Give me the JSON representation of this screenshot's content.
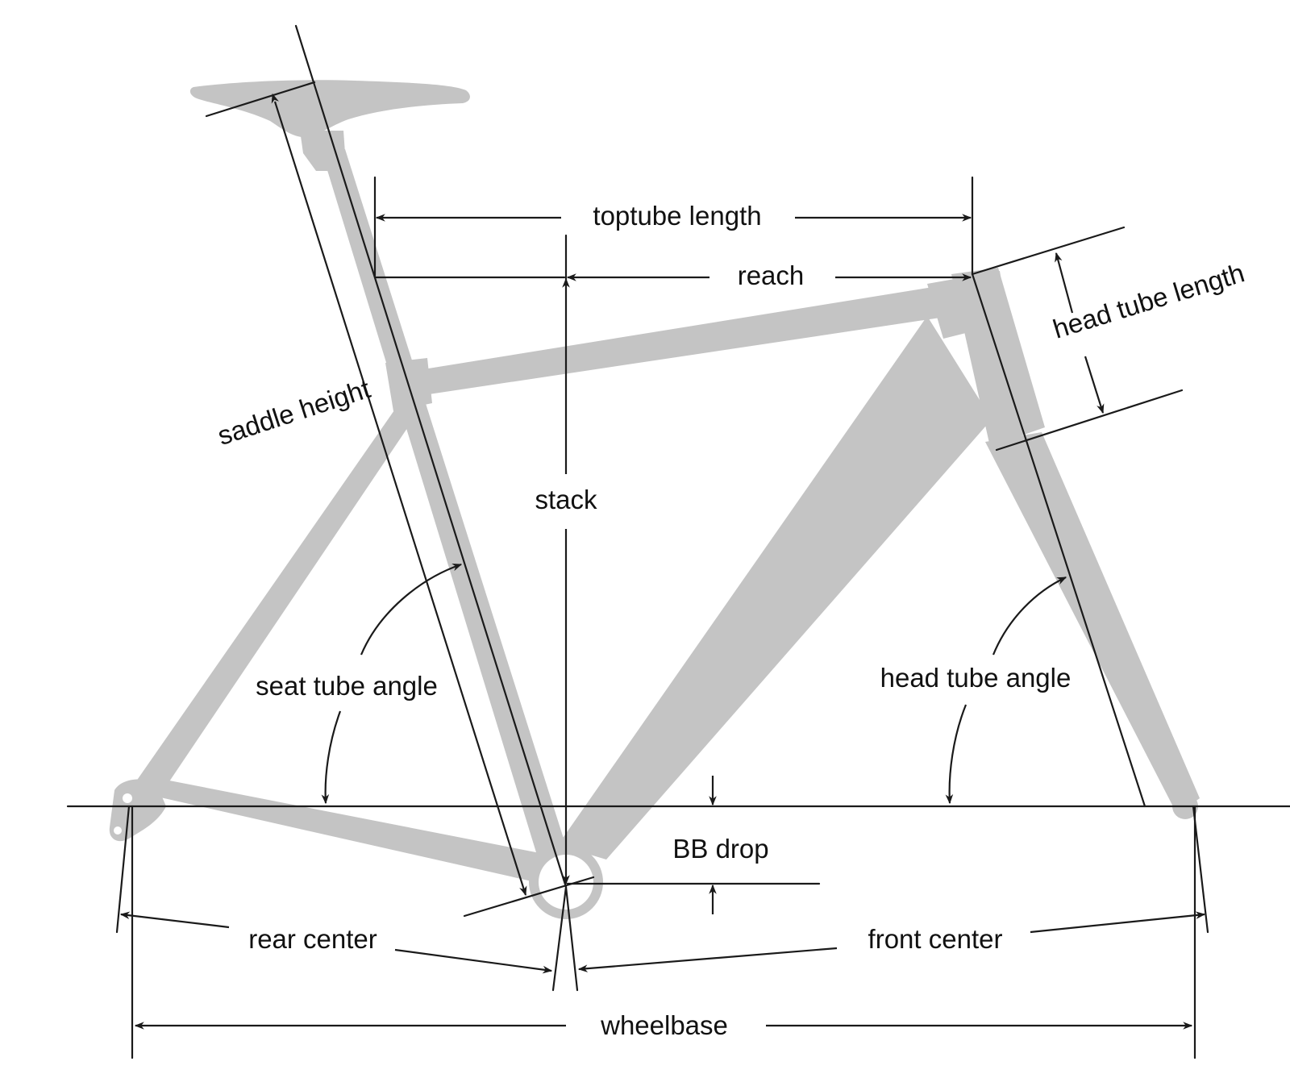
{
  "labels": {
    "toptube_length": "toptube length",
    "reach": "reach",
    "head_tube_length": "head tube length",
    "saddle_height": "saddle height",
    "stack": "stack",
    "seat_tube_angle": "seat tube angle",
    "head_tube_angle": "head tube angle",
    "bb_drop": "BB drop",
    "rear_center": "rear center",
    "front_center": "front center",
    "wheelbase": "wheelbase"
  },
  "colors": {
    "frame": "#c4c4c4",
    "lines": "#1a1a1a",
    "text": "#111111",
    "background": "#ffffff"
  }
}
